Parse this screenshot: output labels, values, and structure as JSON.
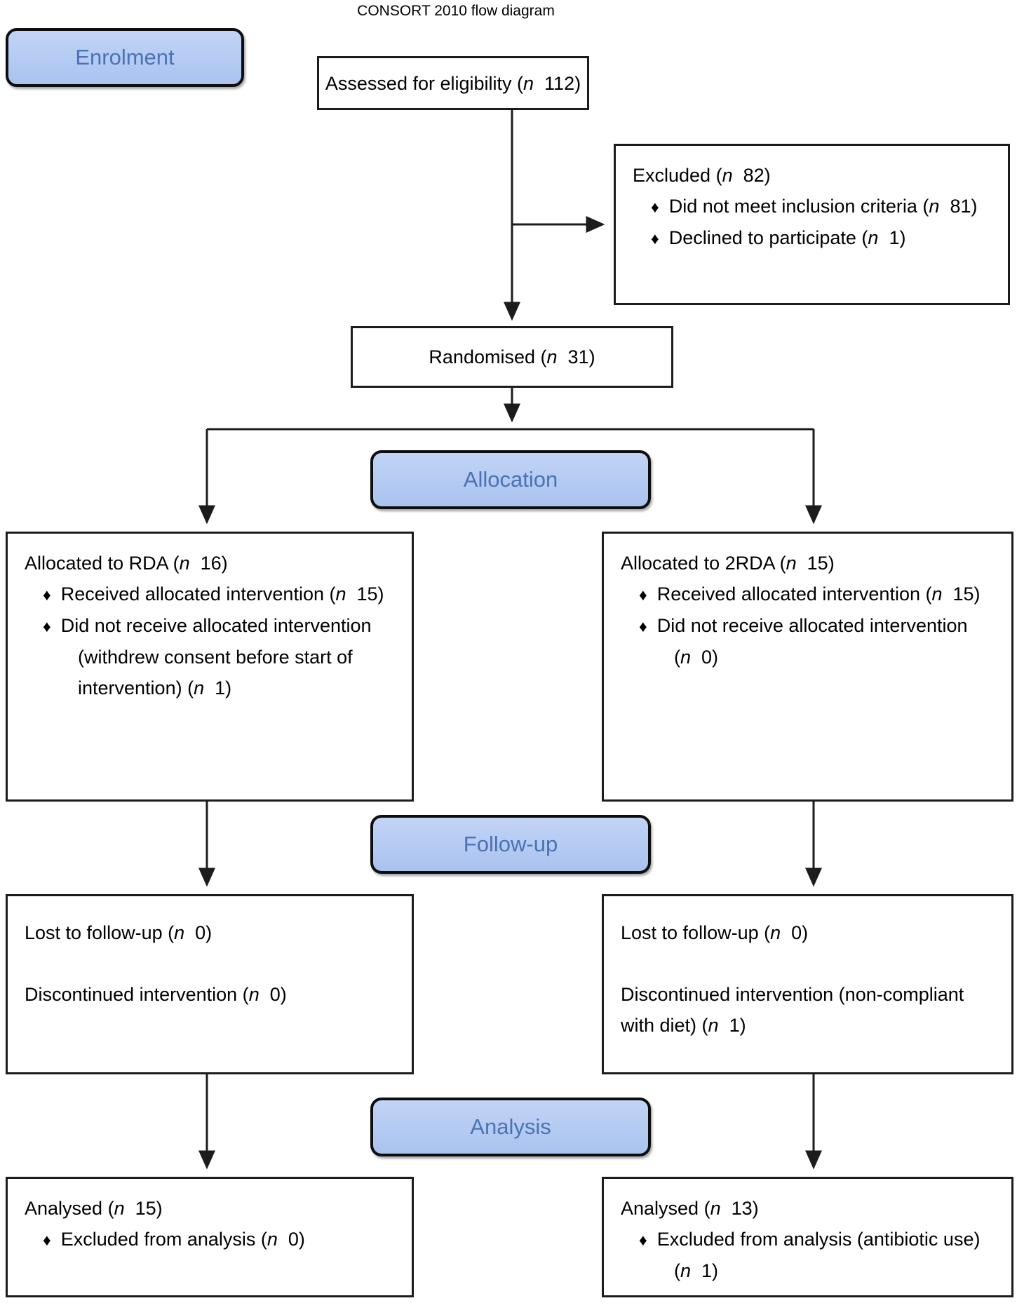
{
  "title": "CONSORT 2010 flow diagram",
  "glyphs": {
    "bullet": "♦"
  },
  "colors": {
    "stage_fill": "#aec6f1",
    "stage_text": "#4a72b4",
    "line": "#1c1c1c",
    "box_background": "#ffffff"
  },
  "stages": {
    "enrolment": "Enrolment",
    "allocation": "Allocation",
    "followup": "Follow-up",
    "analysis": "Analysis"
  },
  "boxes": {
    "assessed": {
      "text": "Assessed for eligibility (n 112)"
    },
    "excluded": {
      "title": "Excluded (n 82)",
      "bullets": [
        "Did not meet inclusion criteria (n 81)",
        "Declined to participate (n 1)"
      ]
    },
    "randomised": {
      "text": "Randomised (n 31)"
    },
    "allocation_rda": {
      "title": "Allocated to RDA (n 16)",
      "bullets": [
        "Received allocated intervention (n 15)",
        "Did not receive allocated intervention (withdrew consent before start of intervention) (n 1)"
      ]
    },
    "allocation_2rda": {
      "title": "Allocated to 2RDA (n 15)",
      "bullets": [
        "Received allocated intervention (n 15)",
        "Did not receive allocated intervention (n 0)"
      ]
    },
    "followup_rda": {
      "lines": [
        "Lost to follow-up (n 0)",
        "Discontinued intervention (n 0)"
      ]
    },
    "followup_2rda": {
      "lines": [
        "Lost to follow-up (n 0)",
        "Discontinued intervention (non-compliant with diet) (n 1)"
      ]
    },
    "analysis_rda": {
      "title": "Analysed (n 15)",
      "bullets": [
        "Excluded from analysis (n 0)"
      ]
    },
    "analysis_2rda": {
      "title": "Analysed (n 13)",
      "bullets": [
        "Excluded from analysis (antibiotic use) (n 1)"
      ]
    }
  }
}
